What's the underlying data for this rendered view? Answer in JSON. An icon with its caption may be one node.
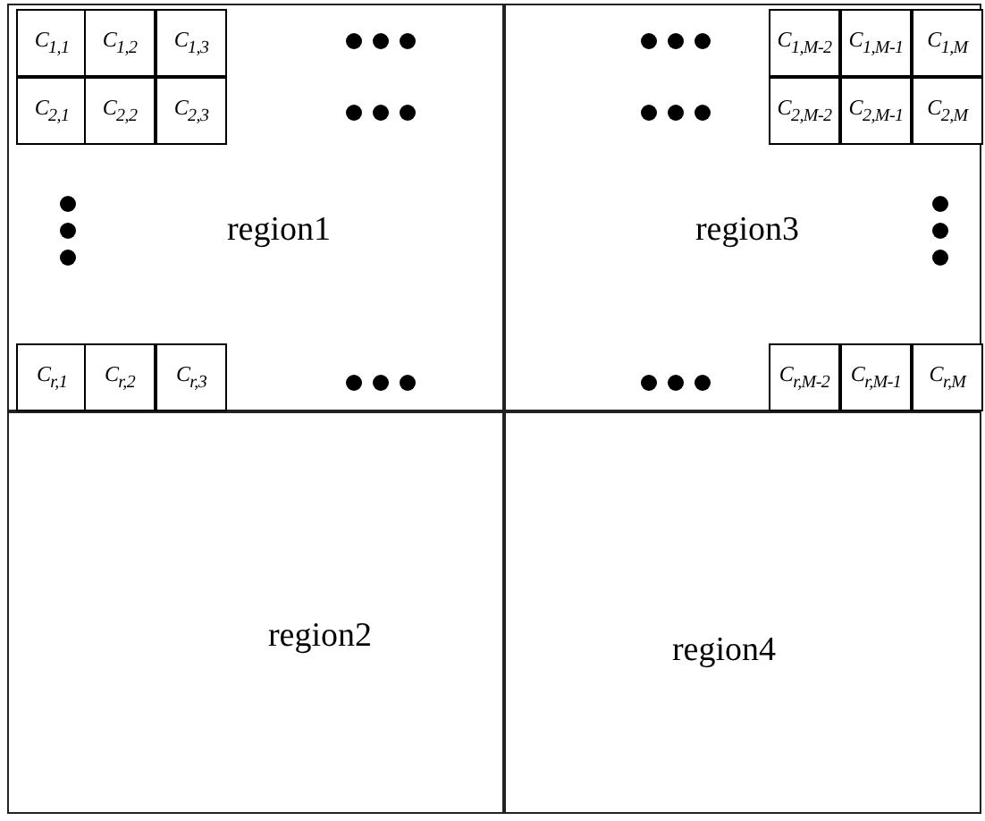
{
  "diagram": {
    "nodes": [
      {
        "text": [
          "region1"
        ]
      },
      {
        "text": [
          "C$_{1,1}$"
        ],
        "in": 0
      },
      {
        "text": [
          "C$_{1,2}$"
        ],
        "in": 0
      },
      {
        "text": [
          "C$_{1,3}$"
        ],
        "in": 0
      },
      {
        "text": [
          "C$_{2,1}$"
        ],
        "in": 0
      },
      {
        "text": [
          "C$_{2,2}$"
        ],
        "in": 0
      },
      {
        "text": [
          "C$_{2,3}$"
        ],
        "in": 0
      },
      {
        "text": [
          "C$_{r,1}$"
        ],
        "in": 0
      },
      {
        "text": [
          "C$_{r,2}$"
        ],
        "in": 0
      },
      {
        "text": [
          "C$_{r,3}$"
        ],
        "in": 0
      },
      {
        "text": [
          "region3"
        ]
      },
      {
        "text": [
          "C$_{1,M-2}$"
        ],
        "in": 10
      },
      {
        "text": [
          "C$_{1,M-1}$"
        ],
        "in": 10
      },
      {
        "text": [
          "C$_{1,M}$"
        ],
        "in": 10
      },
      {
        "text": [
          "C$_{2,M-2}$"
        ],
        "in": 10
      },
      {
        "text": [
          "C$_{2,M-1}$"
        ],
        "in": 10
      },
      {
        "text": [
          "C$_{2,M}$"
        ],
        "in": 10
      },
      {
        "text": [
          "C$_{r,M-2}$"
        ],
        "in": 10
      },
      {
        "text": [
          "C$_{r,M-1}$"
        ],
        "in": 10
      },
      {
        "text": [
          "C$_{r,M}$"
        ],
        "in": 10
      },
      {
        "text": [
          "region2"
        ]
      },
      {
        "text": [
          "region4"
        ]
      }
    ],
    "edges": []
  }
}
